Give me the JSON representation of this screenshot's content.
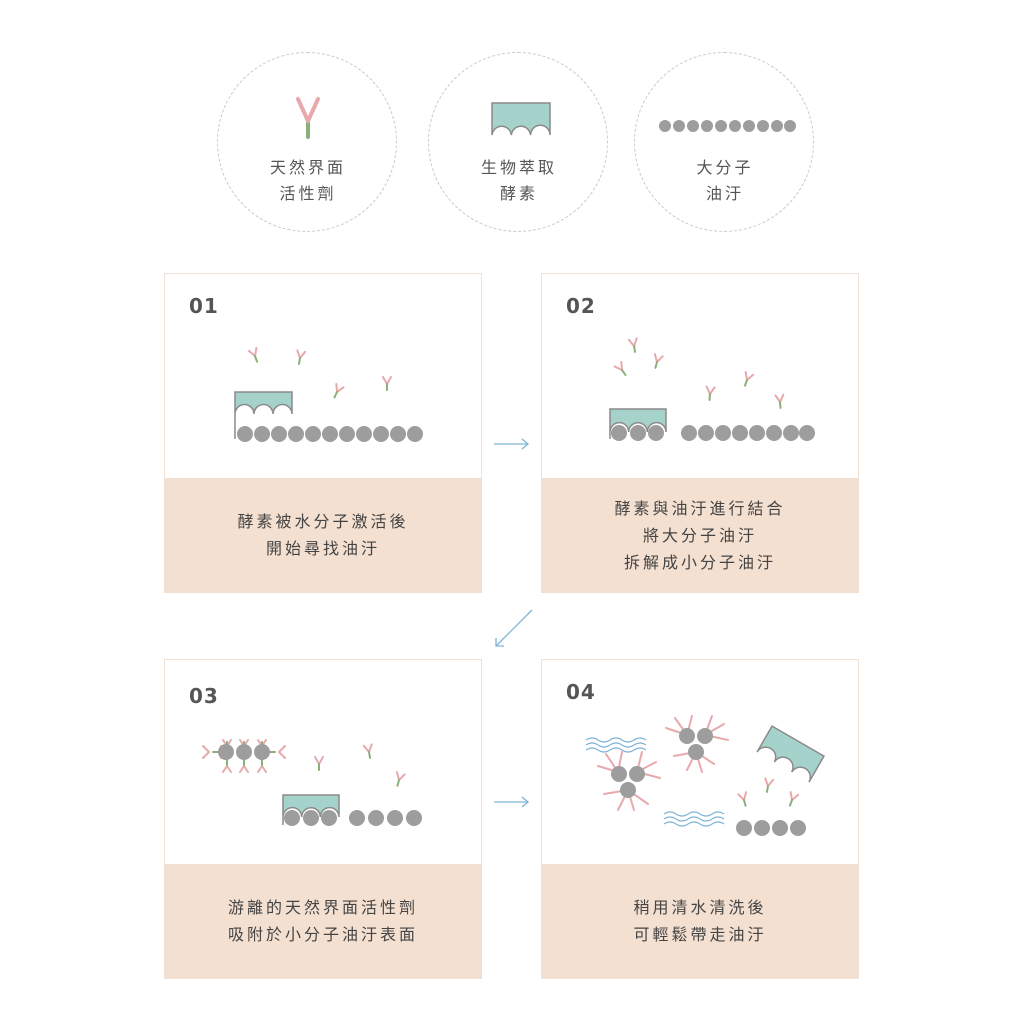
{
  "legend": [
    {
      "icon": "surfactant-icon",
      "lines": [
        "天然界面",
        "活性劑"
      ]
    },
    {
      "icon": "enzyme-icon",
      "lines": [
        "生物萃取",
        "酵素"
      ]
    },
    {
      "icon": "grease-molecule-icon",
      "lines": [
        "大分子",
        "油汙"
      ]
    }
  ],
  "steps": [
    {
      "number": "01",
      "lines": [
        "酵素被水分子激活後",
        "開始尋找油汙"
      ]
    },
    {
      "number": "02",
      "lines": [
        "酵素與油汙進行結合",
        "將大分子油汙",
        "拆解成小分子油汙"
      ]
    },
    {
      "number": "03",
      "lines": [
        "游離的天然界面活性劑",
        "吸附於小分子油汙表面"
      ]
    },
    {
      "number": "04",
      "lines": [
        "稍用清水清洗後",
        "可輕鬆帶走油汙"
      ]
    }
  ],
  "colors": {
    "surfactant_head": "#e8a9ad",
    "surfactant_tail": "#8ab07a",
    "enzyme": "#a6d2cc",
    "grease": "#9d9d9d",
    "caption_bg": "#f4e0d1",
    "arrow": "#7fb3d5",
    "water": "#7fb3d5"
  }
}
